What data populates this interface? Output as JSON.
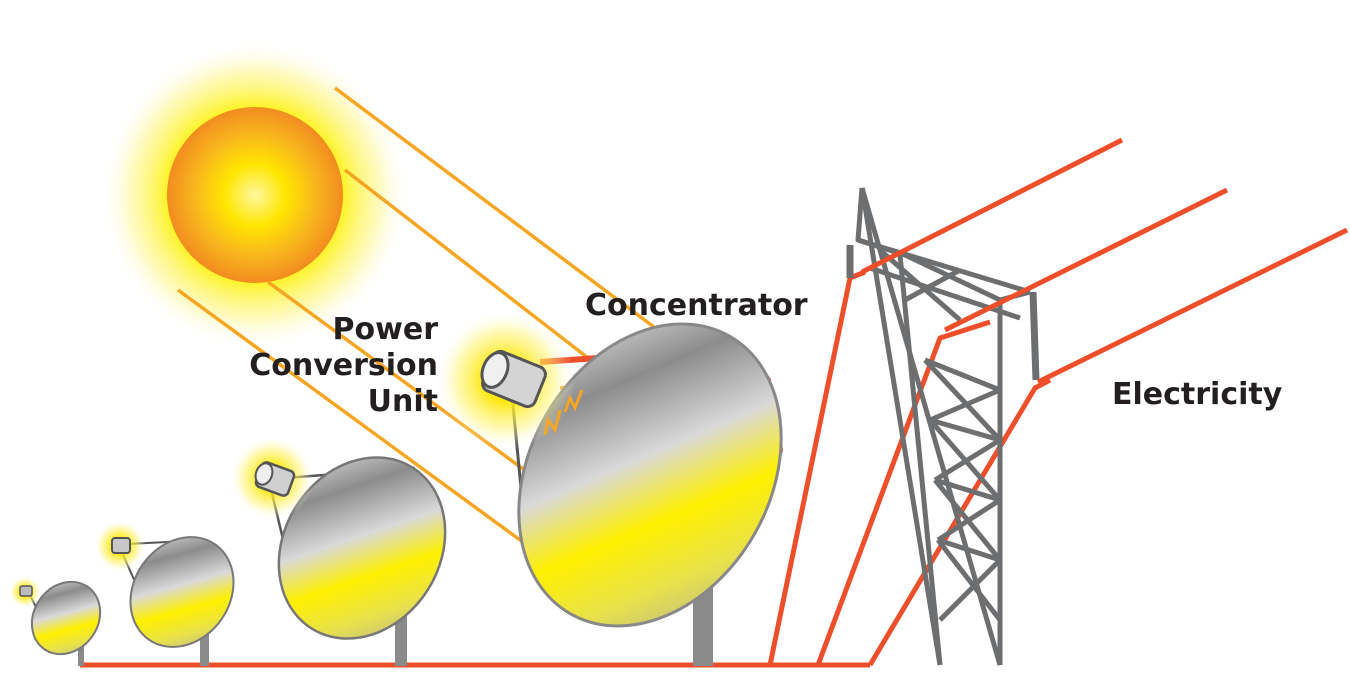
{
  "labels": {
    "power_conversion_unit": [
      "Power",
      "Conversion",
      "Unit"
    ],
    "concentrator": "Concentrator",
    "electricity": "Electricity"
  },
  "colors": {
    "wire": "#ee4f2b",
    "ray": "#f6a623",
    "sun_core": "#ffe600",
    "sun_edge": "#f59a1c",
    "dish_grey": "#9a9a9a",
    "dish_yellow": "#ffec00",
    "tower": "#6d6e70",
    "text": "#231f20"
  },
  "icons": [
    "sun-icon",
    "dish-icon",
    "power-conversion-unit-icon",
    "transmission-tower-icon"
  ]
}
